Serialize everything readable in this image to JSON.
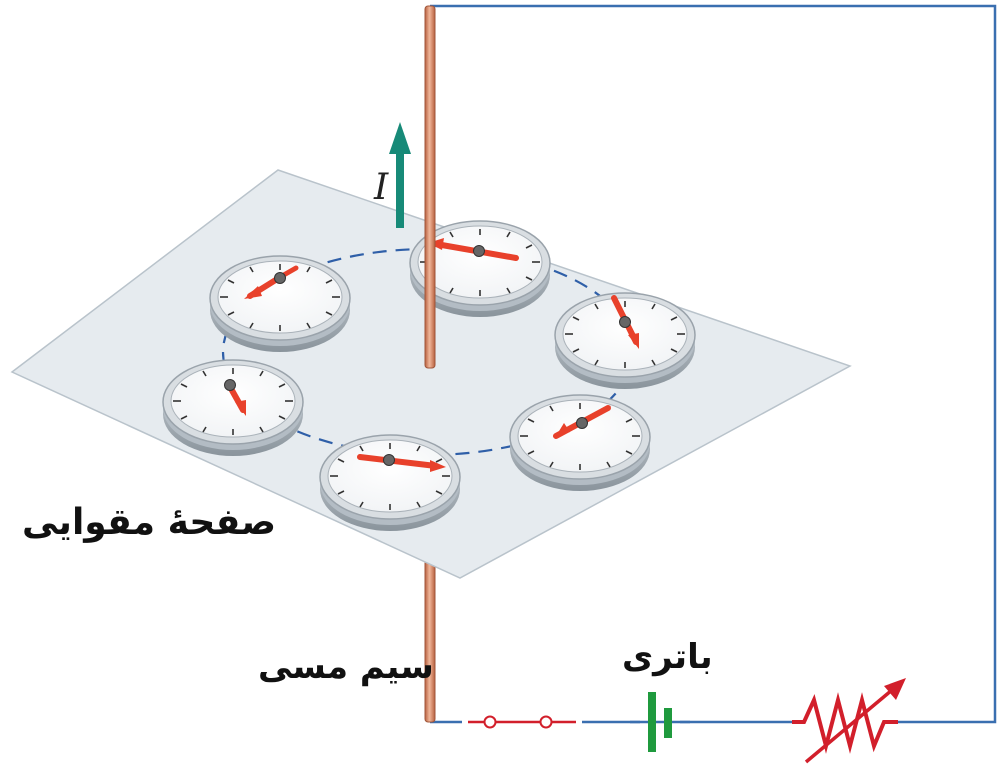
{
  "labels": {
    "cardboard": "صفحهٔ مقوایی",
    "copper_wire": "سیم مسی",
    "battery": "باتری",
    "current": "I"
  },
  "compass_count": 6,
  "colors": {
    "wire": "#d98a6a",
    "circuit": "#3a6fb0",
    "switch": "#d21f2b",
    "battery": "#1f9a3e",
    "rheostat": "#d21f2b",
    "arrow": "#178a78",
    "plane": "#e6ebef",
    "needle": "#e8412b",
    "field_line": "#2f5fa8"
  }
}
